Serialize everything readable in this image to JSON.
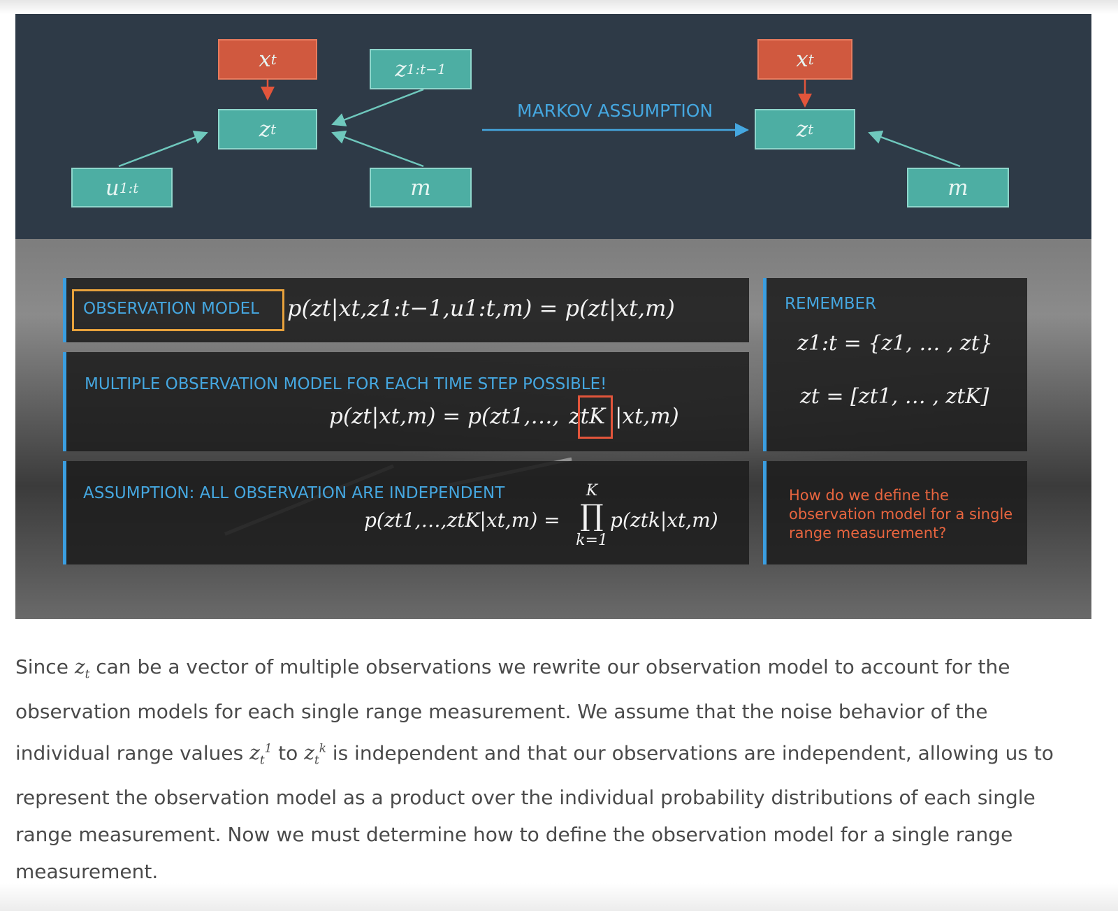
{
  "diagram": {
    "nodes": {
      "xt_left": "x",
      "xt_left_sub": "t",
      "zt_left": "z",
      "zt_left_sub": "t",
      "u": "u",
      "u_sub": "1:t",
      "z_prev": "z",
      "z_prev_sub": "1:t−1",
      "m_left": "m",
      "xt_right": "x",
      "xt_right_sub": "t",
      "zt_right": "z",
      "zt_right_sub": "t",
      "m_right": "m"
    },
    "markov_label": "MARKOV ASSUMPTION",
    "colors": {
      "teal": "#4daea3",
      "red": "#d0593f",
      "panel": "#2e3a47",
      "blue_text": "#45a7e0"
    }
  },
  "observation_model": {
    "label": "OBSERVATION MODEL",
    "formula": "p(zt|xt,z1:t−1,u1:t,m) = p(zt|xt,m)"
  },
  "multiple": {
    "title": "MULTIPLE OBSERVATION MODEL FOR EACH TIME STEP POSSIBLE!",
    "formula_left": "p(zt|xt,m) = p(zt1,…,",
    "formula_k": "ztK",
    "formula_right": "|xt,m)"
  },
  "assumption": {
    "title": "ASSUMPTION: ALL OBSERVATION ARE INDEPENDENT",
    "formula_left": "p(zt1,…,ztK|xt,m) =",
    "prod_top": "K",
    "prod_symbol": "∏",
    "prod_bottom": "k=1",
    "formula_right": "p(ztk|xt,m)"
  },
  "remember": {
    "title": "REMEMBER",
    "line1": "z1:t = {z1, … , zt}",
    "line2": "zt = [zt1, … , ztK]"
  },
  "question": {
    "lines": [
      "How do we define the",
      "observation model for a single",
      "range measurement?"
    ]
  },
  "paragraph": {
    "t1": "Since ",
    "t2": " can be a vector of multiple observations we rewrite our observation model to account for the observation models for each single range measurement. We assume that the noise behavior of the individual range values ",
    "t3": " to ",
    "t4": " is independent and that our observations are independent, allowing us to represent the observation model as a product over the individual probability distributions of each single range measurement. Now we must determine how to define the observation model for a single range measurement."
  }
}
